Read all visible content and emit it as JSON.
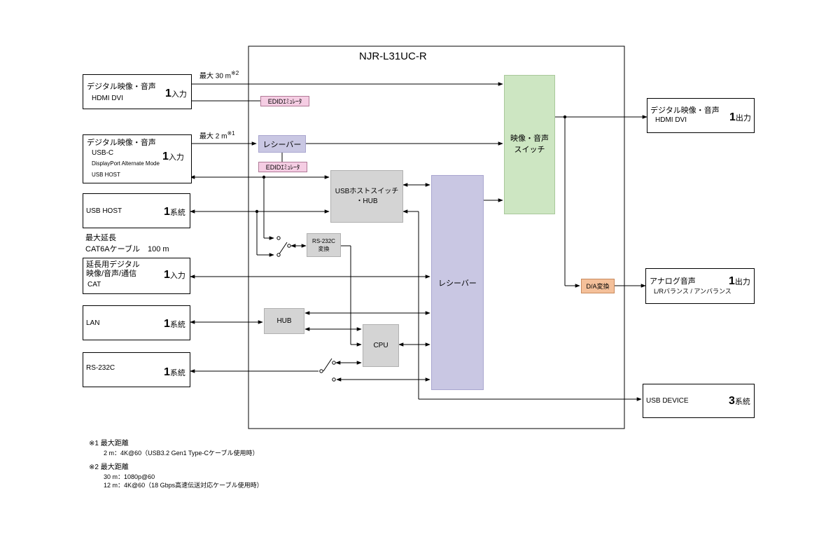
{
  "device": {
    "title": "NJR-L31UC-R"
  },
  "inputs": {
    "hdmi": {
      "line1": "デジタル映像・音声",
      "line2": "HDMI  DVI",
      "count": "1",
      "unit": "入力"
    },
    "usbc": {
      "line1": "デジタル映像・音声",
      "line2": "USB-C",
      "line3": "DisplayPort Alternate Mode",
      "line4": "USB HOST",
      "count": "1",
      "unit": "入力"
    },
    "usbhost": {
      "label": "USB HOST",
      "count": "1",
      "unit": "系統"
    },
    "cat_note": {
      "line1": "最大延長",
      "line2": "CAT6Aケーブル　100 m"
    },
    "cat": {
      "line1": "延長用デジタル",
      "line2": "映像/音声/通信",
      "line3": "CAT",
      "count": "1",
      "unit": "入力"
    },
    "lan": {
      "label": "LAN",
      "count": "1",
      "unit": "系統"
    },
    "rs232c": {
      "label": "RS-232C",
      "count": "1",
      "unit": "系統"
    }
  },
  "outputs": {
    "hdmi": {
      "line1": "デジタル映像・音声",
      "line2": "HDMI  DVI",
      "count": "1",
      "unit": "出力"
    },
    "analog": {
      "line1": "アナログ音声",
      "line2": "L/Rバランス / アンバランス",
      "count": "1",
      "unit": "出力"
    },
    "usbdevice": {
      "label": "USB DEVICE",
      "count": "3",
      "unit": "系統"
    }
  },
  "distances": {
    "hdmi": "最大 30 m",
    "hdmi_mark": "※2",
    "usbc": "最大 2 m",
    "usbc_mark": "※1"
  },
  "blocks": {
    "edid1": "EDIDｴﾐｭﾚｰﾀ",
    "edid2": "EDIDｴﾐｭﾚｰﾀ",
    "receiver_small": "レシーバー",
    "av_switch": {
      "line1": "映像・音声",
      "line2": "スイッチ"
    },
    "usb_hub": {
      "line1": "USBホストスイッチ",
      "line2": "・HUB"
    },
    "rs232c_conv": {
      "line1": "RS-232C",
      "line2": "変換"
    },
    "receiver_big": "レシーバー",
    "hub": "HUB",
    "cpu": "CPU",
    "da": "D/A変換"
  },
  "footnotes": {
    "n1_title": "※1 最大距離",
    "n1_l1": "2 m：4K@60（USB3.2 Gen1 Type-Cケーブル使用時）",
    "n2_title": "※2 最大距離",
    "n2_l1": "30 m：1080p@60",
    "n2_l2": "12 m：4K@60（18 Gbps高速伝送対応ケーブル使用時）"
  }
}
